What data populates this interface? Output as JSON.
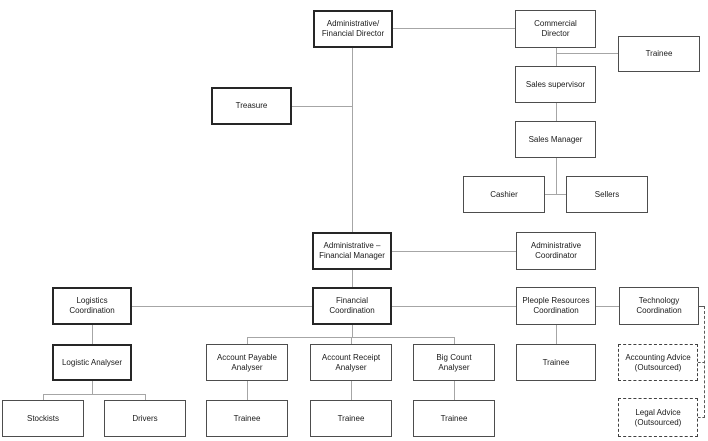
{
  "diagram_type": "organizational-chart",
  "colors": {
    "background": "#ffffff",
    "box_border": "#404040",
    "connector_line": "#a6a6a6",
    "text": "#1a1a1a"
  },
  "nodes": {
    "admin_financial_director": {
      "label": "Administrative/\nFinancial Director"
    },
    "commercial_director": {
      "label": "Commercial\nDirector"
    },
    "trainee_commercial": {
      "label": "Trainee"
    },
    "sales_supervisor": {
      "label": "Sales supervisor"
    },
    "sales_manager": {
      "label": "Sales Manager"
    },
    "cashier": {
      "label": "Cashier"
    },
    "sellers": {
      "label": "Sellers"
    },
    "treasure": {
      "label": "Treasure"
    },
    "admin_financial_manager": {
      "label": "Administrative –\nFinancial Manager"
    },
    "administrative_coordinator": {
      "label": "Administrative\nCoordinator"
    },
    "logistics_coordination": {
      "label": "Logistics\nCoordination"
    },
    "financial_coordination": {
      "label": "Financial\nCoordination"
    },
    "pleople_resources_coordination": {
      "label": "Pleople Resources\nCoordination"
    },
    "technology_coordination": {
      "label": "Technology\nCoordination"
    },
    "logistic_analyser": {
      "label": "Logistic Analyser"
    },
    "account_payable_analyser": {
      "label": "Account Payable\nAnalyser"
    },
    "account_receipt_analyser": {
      "label": "Account Receipt\nAnalyser"
    },
    "big_count_analyser": {
      "label": "Big Count\nAnalyser"
    },
    "trainee_hr": {
      "label": "Trainee"
    },
    "accounting_advice": {
      "label": "Accounting Advice\n(Outsourced)"
    },
    "stockists": {
      "label": "Stockists"
    },
    "drivers": {
      "label": "Drivers"
    },
    "trainee_payable": {
      "label": "Trainee"
    },
    "trainee_receipt": {
      "label": "Trainee"
    },
    "trainee_big_count": {
      "label": "Trainee"
    },
    "legal_advice": {
      "label": "Legal Advice\n(Outsourced)"
    }
  },
  "edges": [
    {
      "from": "admin_financial_director",
      "to": "commercial_director",
      "style": "solid"
    },
    {
      "from": "admin_financial_director",
      "to": "treasure",
      "style": "solid"
    },
    {
      "from": "admin_financial_director",
      "to": "admin_financial_manager",
      "style": "solid"
    },
    {
      "from": "commercial_director",
      "to": "trainee_commercial",
      "style": "solid"
    },
    {
      "from": "commercial_director",
      "to": "sales_supervisor",
      "style": "solid"
    },
    {
      "from": "sales_supervisor",
      "to": "sales_manager",
      "style": "solid"
    },
    {
      "from": "sales_manager",
      "to": "cashier",
      "style": "solid"
    },
    {
      "from": "sales_manager",
      "to": "sellers",
      "style": "solid"
    },
    {
      "from": "admin_financial_manager",
      "to": "administrative_coordinator",
      "style": "solid"
    },
    {
      "from": "admin_financial_manager",
      "to": "financial_coordination",
      "style": "solid"
    },
    {
      "from": "financial_coordination",
      "to": "logistics_coordination",
      "style": "solid"
    },
    {
      "from": "financial_coordination",
      "to": "pleople_resources_coordination",
      "style": "solid"
    },
    {
      "from": "pleople_resources_coordination",
      "to": "technology_coordination",
      "style": "solid"
    },
    {
      "from": "logistics_coordination",
      "to": "logistic_analyser",
      "style": "solid"
    },
    {
      "from": "logistic_analyser",
      "to": "stockists",
      "style": "solid"
    },
    {
      "from": "logistic_analyser",
      "to": "drivers",
      "style": "solid"
    },
    {
      "from": "financial_coordination",
      "to": "account_payable_analyser",
      "style": "solid"
    },
    {
      "from": "financial_coordination",
      "to": "account_receipt_analyser",
      "style": "solid"
    },
    {
      "from": "financial_coordination",
      "to": "big_count_analyser",
      "style": "solid"
    },
    {
      "from": "account_payable_analyser",
      "to": "trainee_payable",
      "style": "solid"
    },
    {
      "from": "account_receipt_analyser",
      "to": "trainee_receipt",
      "style": "solid"
    },
    {
      "from": "big_count_analyser",
      "to": "trainee_big_count",
      "style": "solid"
    },
    {
      "from": "pleople_resources_coordination",
      "to": "trainee_hr",
      "style": "solid"
    },
    {
      "from": "technology_coordination",
      "to": "accounting_advice",
      "style": "dashed"
    },
    {
      "from": "technology_coordination",
      "to": "legal_advice",
      "style": "dashed"
    }
  ]
}
